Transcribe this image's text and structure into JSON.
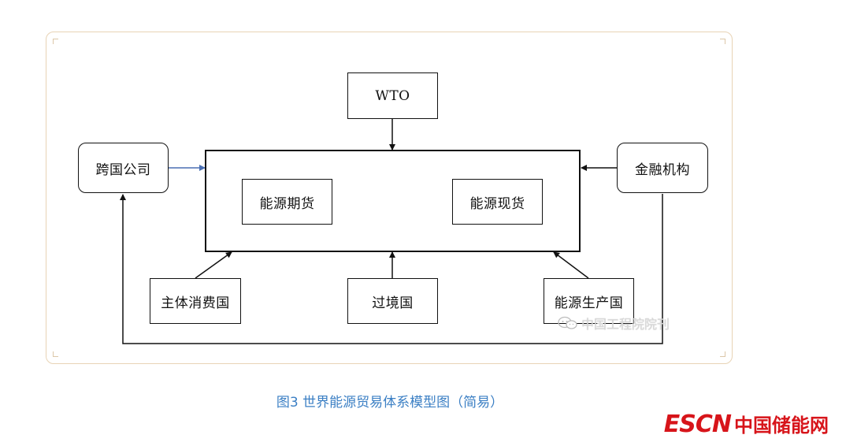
{
  "diagram": {
    "nodes": {
      "wto": "WTO",
      "multinational": "跨国公司",
      "financial": "金融机构",
      "futures": "能源期货",
      "spot": "能源现货",
      "consumer": "主体消费国",
      "transit": "过境国",
      "producer": "能源生产国"
    }
  },
  "watermark": "中国工程院院刊",
  "caption": "图3 世界能源贸易体系模型图（简易）",
  "logo": {
    "en": "ESCN",
    "cn": "中国储能网"
  },
  "colors": {
    "frame": "#e8d3b5",
    "caption": "#3b7fc4",
    "logo": "#d7141a",
    "blue_arrow": "#4a6fb3"
  }
}
